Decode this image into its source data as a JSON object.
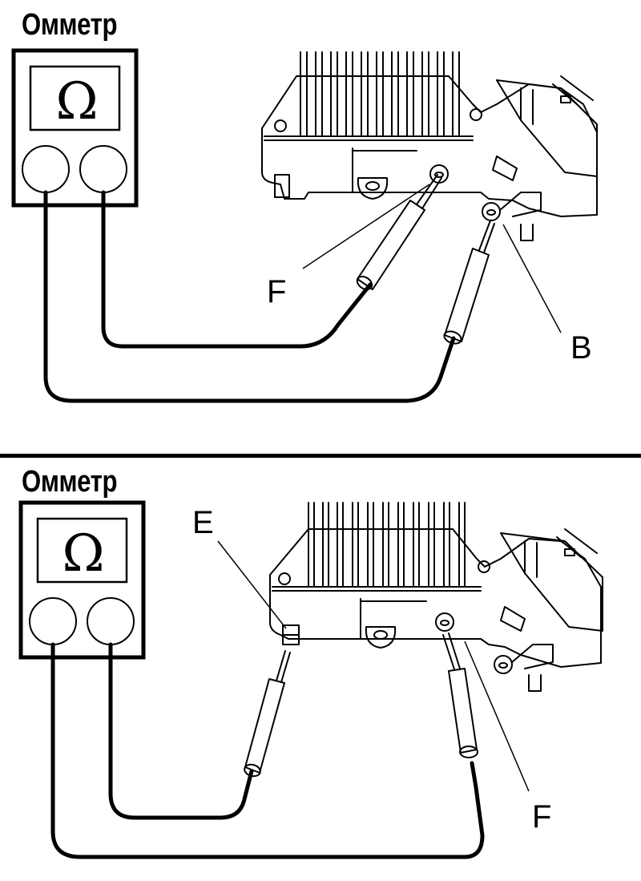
{
  "figure": {
    "panels": [
      {
        "id": "top",
        "title": "Омметр",
        "meter_symbol": "Ω",
        "probe_labels": [
          "F",
          "B"
        ]
      },
      {
        "id": "bottom",
        "title": "Омметр",
        "meter_symbol": "Ω",
        "probe_labels": [
          "E",
          "F"
        ]
      }
    ]
  }
}
